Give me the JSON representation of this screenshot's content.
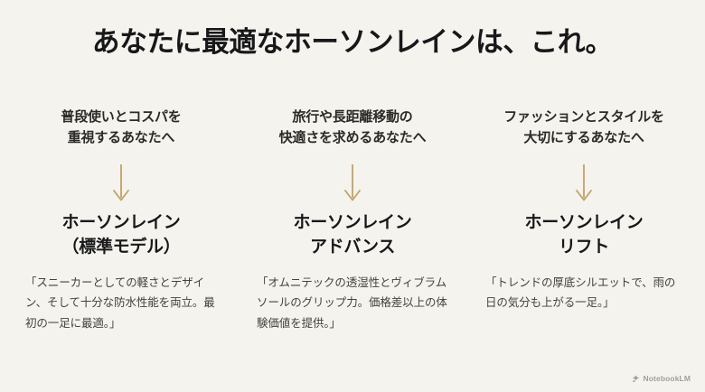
{
  "theme": {
    "background": "#f5f3ee",
    "title_color": "#18181a",
    "text_color": "#2b2a27",
    "body_text_color": "#43423e",
    "arrow_color": "#c2a263"
  },
  "header": {
    "title": "あなたに最適なホーソンレインは、これ。"
  },
  "columns": [
    {
      "audience_line1": "普段使いとコスパを",
      "audience_line2": "重視するあなたへ",
      "arrow_icon": "arrow-down-icon",
      "product_line1": "ホーソンレイン",
      "product_line2": "（標準モデル）",
      "description": "「スニーカーとしての軽さとデザイン、そして十分な防水性能を両立。最初の一足に最適。」"
    },
    {
      "audience_line1": "旅行や長距離移動の",
      "audience_line2": "快適さを求めるあなたへ",
      "arrow_icon": "arrow-down-icon",
      "product_line1": "ホーソンレイン",
      "product_line2": "アドバンス",
      "description": "「オムニテックの透湿性とヴィブラムソールのグリップ力。価格差以上の体験価値を提供。」"
    },
    {
      "audience_line1": "ファッションとスタイルを",
      "audience_line2": "大切にするあなたへ",
      "arrow_icon": "arrow-down-icon",
      "product_line1": "ホーソンレイン",
      "product_line2": "リフト",
      "description": "「トレンドの厚底シルエットで、雨の日の気分も上がる一足。」"
    }
  ],
  "watermark": {
    "icon": "notebooklm-icon",
    "label": "NotebookLM"
  }
}
